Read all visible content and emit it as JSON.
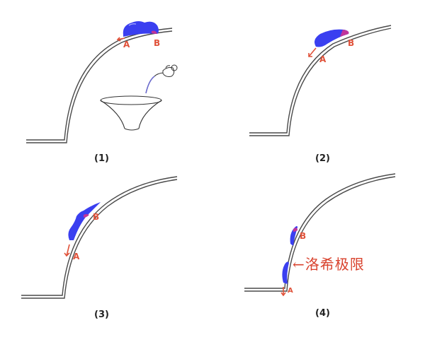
{
  "diagram": {
    "title": "",
    "colors": {
      "track": "#4a4a4a",
      "fluid": "#3a3ff0",
      "fluid_edge": "#c0349a",
      "marker": "#e0523a",
      "annotation": "#d9432e"
    },
    "panels": [
      {
        "label": "(1)",
        "point_a": "A",
        "point_b": "B",
        "extra": "teapot pouring into funnel"
      },
      {
        "label": "(2)",
        "point_a": "A",
        "point_b": "B"
      },
      {
        "label": "(3)",
        "point_a": "A",
        "point_b": "B"
      },
      {
        "label": "(4)",
        "point_a": "A",
        "point_b": "B",
        "annotation": "←洛希极限"
      }
    ]
  }
}
